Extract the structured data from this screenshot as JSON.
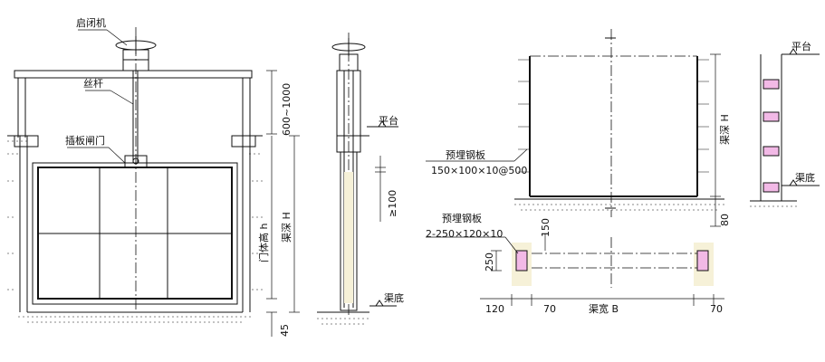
{
  "labels": {
    "hoist": "启闭机",
    "screw_rod": "丝杆",
    "gate": "插板闸门",
    "platform_left": "平台",
    "platform_right": "平台",
    "channel_bottom_left": "渠底",
    "channel_bottom_right": "渠底",
    "embedded_plate_1": "预埋钢板",
    "embedded_plate_1_spec": "150×100×10@500",
    "embedded_plate_2": "预埋钢板",
    "embedded_plate_2_spec": "2-250×120×10",
    "gate_height": "门体高 h",
    "channel_depth_left": "渠深 H",
    "channel_depth_right": "渠深 H",
    "channel_width": "渠宽 B"
  },
  "dimensions": {
    "rod_range": "600~1000",
    "gap_min": "≥100",
    "bottom_45": "45",
    "right_80": "80",
    "plan_150": "150",
    "plan_250": "250",
    "plan_120": "120",
    "plan_70_left": "70",
    "plan_70_right": "70"
  }
}
